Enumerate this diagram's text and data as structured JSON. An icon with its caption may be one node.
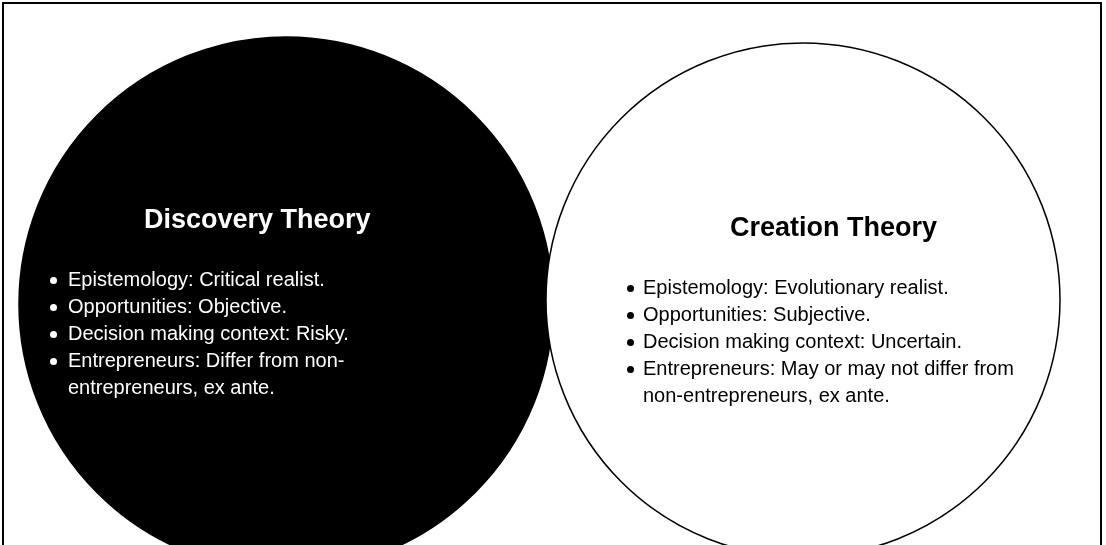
{
  "diagram": {
    "nodes": [
      {
        "text": [
          "Discovery Theory",
          "Epistemology: Critical realist.",
          "Opportunities: Objective.",
          "Decision making context: Risky.",
          "Entrepreneurs: Differ from non-entrepreneurs, ex ante."
        ]
      },
      {
        "text": [
          "Creation Theory",
          "Epistemology: Evolutionary realist.",
          "Opportunities: Subjective.",
          "Decision making context: Uncertain.",
          "Entrepreneurs: May or may not differ from non-entrepreneurs, ex ante."
        ]
      }
    ]
  }
}
